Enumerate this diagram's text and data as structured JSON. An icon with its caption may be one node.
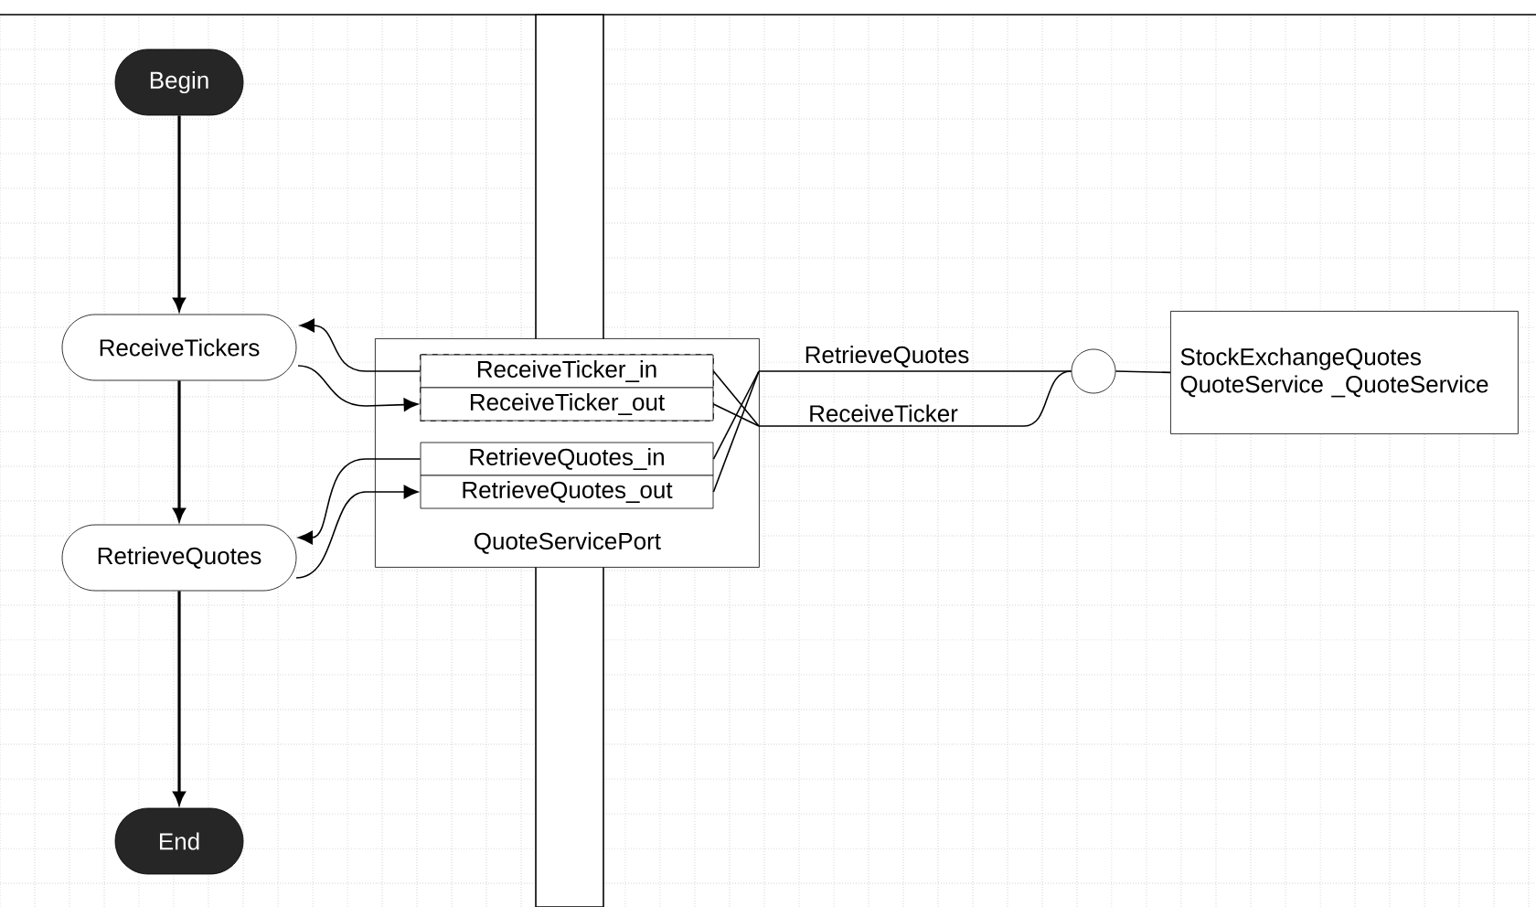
{
  "diagram": {
    "nodes": [
      {
        "text": [
          "Begin"
        ]
      },
      {
        "text": [
          "ReceiveTickers"
        ]
      },
      {
        "text": [
          "RetrieveQuotes"
        ]
      },
      {
        "text": [
          "End"
        ]
      },
      {
        "text": [
          "QuoteServicePort"
        ]
      },
      {
        "text": [
          "ReceiveTicker_in"
        ],
        "in": 4
      },
      {
        "text": [
          "ReceiveTicker_out"
        ],
        "in": 4
      },
      {
        "text": [
          "RetrieveQuotes_in"
        ],
        "in": 4
      },
      {
        "text": [
          "RetrieveQuotes_out"
        ],
        "in": 4
      },
      {
        "text": [],
        "shape": "circle"
      },
      {
        "text": [
          "StockExchangeQuotes QuoteService _QuoteService"
        ]
      }
    ],
    "edges": [
      {
        "from": 0,
        "to": 1,
        "arrow": "to"
      },
      {
        "from": 1,
        "to": 2,
        "arrow": "to"
      },
      {
        "from": 2,
        "to": 3,
        "arrow": "to"
      },
      {
        "from": 5,
        "to": 1,
        "arrow": "to"
      },
      {
        "from": 1,
        "to": 6,
        "arrow": "to"
      },
      {
        "from": 7,
        "to": 2,
        "arrow": "to"
      },
      {
        "from": 2,
        "to": 8,
        "arrow": "to"
      },
      {
        "from": 7,
        "to": 9,
        "arrow": "none",
        "label": "RetrieveQuotes"
      },
      {
        "from": 8,
        "to": 9,
        "arrow": "none"
      },
      {
        "from": 5,
        "to": 9,
        "arrow": "none",
        "label": "ReceiveTicker"
      },
      {
        "from": 6,
        "to": 9,
        "arrow": "none"
      },
      {
        "from": 9,
        "to": 10,
        "arrow": "none"
      }
    ]
  }
}
